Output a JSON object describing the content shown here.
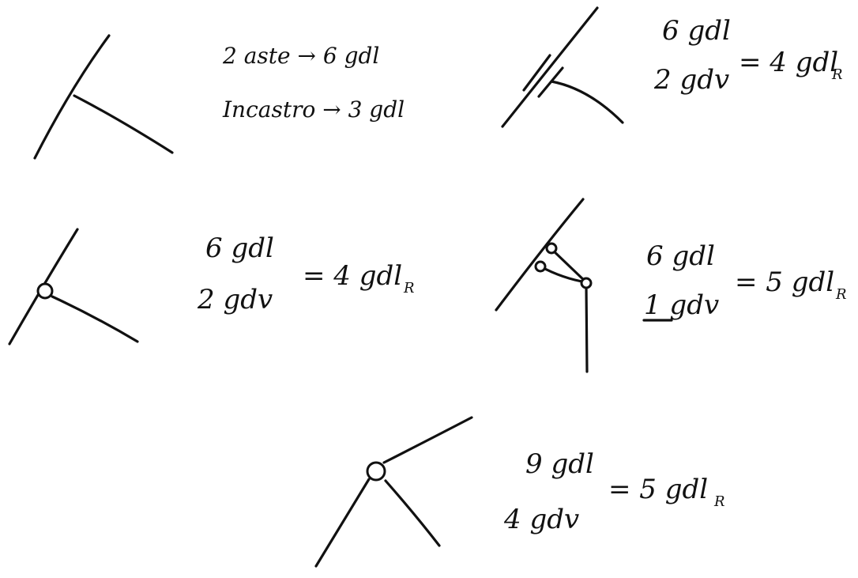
{
  "diagram": {
    "example1": {
      "line1": "2 aste → 6 gdl",
      "line2": "Incastro → 3 gdl"
    },
    "example2": {
      "top": "6 gdl",
      "bottom": "2 gdv",
      "result": "= 4 gdl",
      "subscript": "R"
    },
    "example3": {
      "top": "6 gdl",
      "bottom": "2 gdv",
      "result": "= 4 gdl",
      "subscript": "R"
    },
    "example4": {
      "top": "6 gdl",
      "bottom": "1 gdv",
      "result": "= 5 gdl",
      "subscript": "R"
    },
    "example5": {
      "top": "9 gdl",
      "bottom": "4 gdv",
      "result": "= 5 gdl",
      "subscript": "R"
    }
  }
}
